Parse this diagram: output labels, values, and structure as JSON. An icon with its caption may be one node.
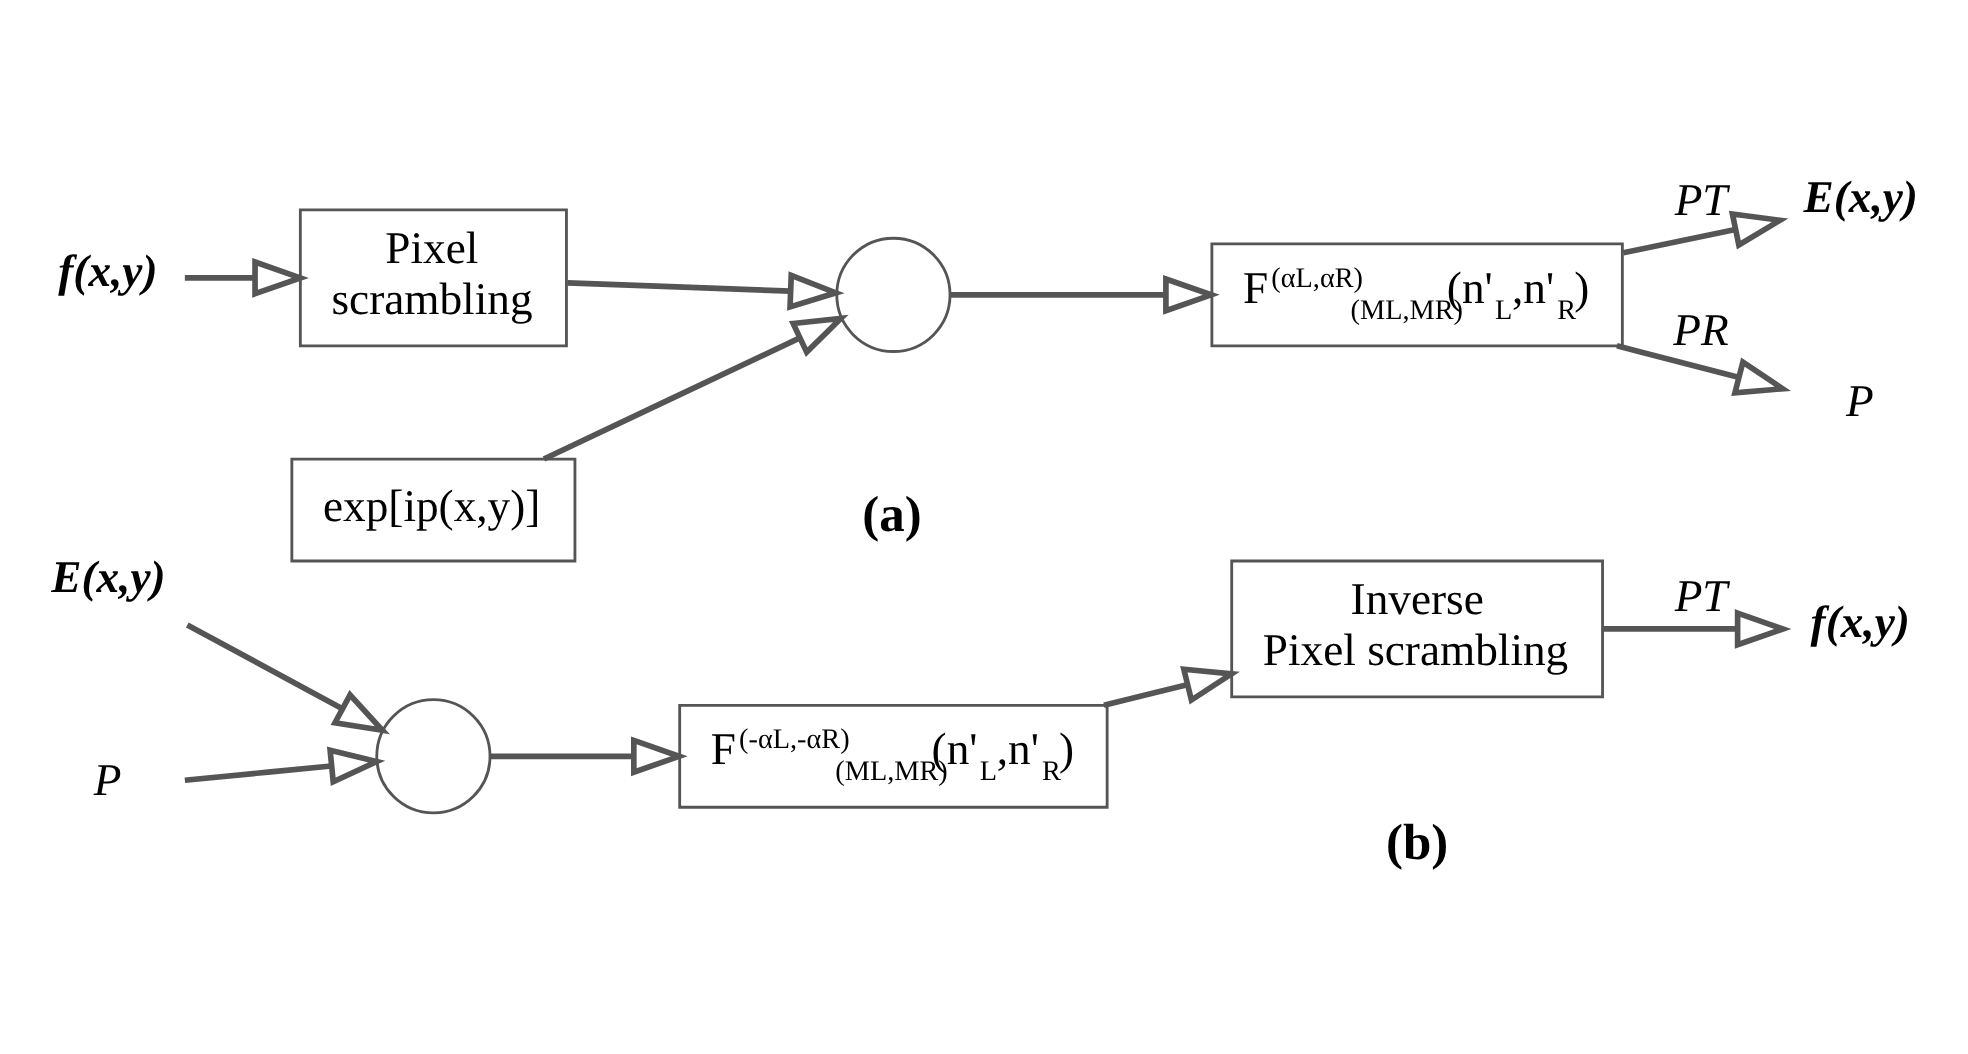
{
  "diagram": {
    "nodes": [
      {
        "text": [
          "f(x,y)"
        ]
      },
      {
        "text": [
          "Pixel scrambling"
        ]
      },
      {
        "text": [],
        "shape": "circle"
      },
      {
        "text": [
          "exp[ip(x,y)]"
        ]
      },
      {
        "text": [
          "F$^{(αL,αR)}$$_{(ML,MR)}$(n'$_{L}$,n'$_{R}$)"
        ]
      },
      {
        "text": [
          "E(x,y)"
        ]
      },
      {
        "text": [
          "P"
        ]
      },
      {
        "text": [
          "P"
        ]
      },
      {
        "text": [
          "E(x,y)"
        ]
      },
      {
        "text": [],
        "shape": "circle"
      },
      {
        "text": [
          "F$^{(-αL,-αR)}$$_{(ML,MR)}$(n'$_{L}$,n'$_{R}$)"
        ]
      },
      {
        "text": [
          "Inverse Pixel scrambling"
        ]
      },
      {
        "text": [
          "f(x,y)"
        ]
      }
    ],
    "edges": [
      {
        "from": 0,
        "to": 1,
        "arrow": "to"
      },
      {
        "from": 1,
        "to": 2,
        "arrow": "to"
      },
      {
        "from": 3,
        "to": 2,
        "arrow": "to"
      },
      {
        "from": 2,
        "to": 4,
        "arrow": "to"
      },
      {
        "from": 4,
        "to": 5,
        "arrow": "to",
        "label": "PT"
      },
      {
        "from": 4,
        "to": 6,
        "arrow": "to",
        "label": "PR"
      },
      {
        "from": 7,
        "to": 9,
        "arrow": "to"
      },
      {
        "from": 8,
        "to": 9,
        "arrow": "to"
      },
      {
        "from": 9,
        "to": 10,
        "arrow": "to"
      },
      {
        "from": 10,
        "to": 11,
        "arrow": "to"
      },
      {
        "from": 11,
        "to": 12,
        "arrow": "to",
        "label": "PT"
      }
    ],
    "labels": [
      "(a)",
      "(b)"
    ]
  }
}
